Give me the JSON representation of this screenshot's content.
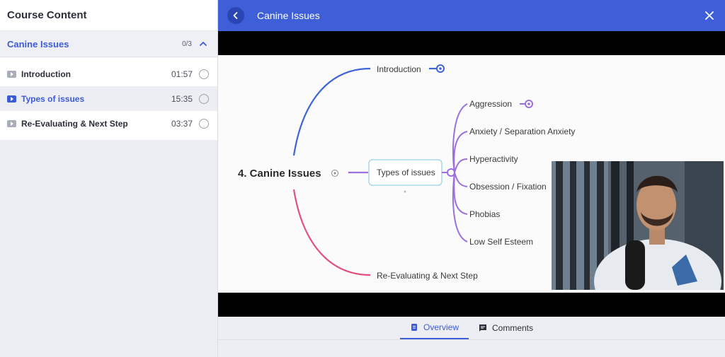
{
  "sidebar": {
    "title": "Course Content",
    "section": {
      "title": "Canine Issues",
      "progress": "0/3"
    },
    "lessons": [
      {
        "title": "Introduction",
        "duration": "01:57",
        "active": false
      },
      {
        "title": "Types of issues",
        "duration": "15:35",
        "active": true
      },
      {
        "title": "Re-Evaluating & Next Step",
        "duration": "03:37",
        "active": false
      }
    ]
  },
  "player": {
    "title": "Canine Issues"
  },
  "mindmap": {
    "root": "4. Canine Issues",
    "branches": [
      "Introduction",
      "Types of issues",
      "Re-Evaluating & Next Step"
    ],
    "sub_items": [
      "Aggression",
      "Anxiety / Separation Anxiety",
      "Hyperactivity",
      "Obsession / Fixation",
      "Phobias",
      "Low Self Esteem"
    ]
  },
  "tabs": [
    {
      "label": "Overview",
      "icon": "document-icon",
      "active": true
    },
    {
      "label": "Comments",
      "icon": "comment-icon",
      "active": false
    }
  ],
  "colors": {
    "accent": "#3e5fd8",
    "branch_intro": "#3e63d6",
    "branch_types": "#9b6fdc",
    "branch_reeval": "#e0507a"
  }
}
